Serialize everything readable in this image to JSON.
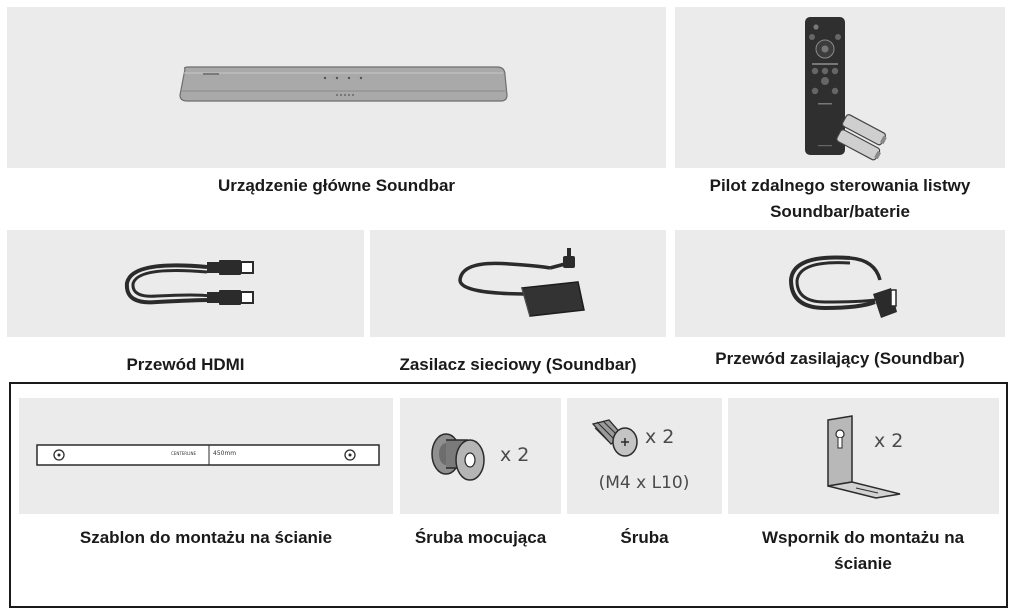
{
  "items": {
    "soundbar": {
      "caption": "Urządzenie główne Soundbar"
    },
    "remote": {
      "caption": "Pilot zdalnego sterowania listwy Soundbar/baterie"
    },
    "hdmi": {
      "caption": "Przewód HDMI"
    },
    "adapter": {
      "caption": "Zasilacz sieciowy (Soundbar)"
    },
    "power_cord": {
      "caption": "Przewód zasilający (Soundbar)"
    },
    "template": {
      "caption": "Szablon do montażu na ścianie",
      "center_text": "CENTERLINE",
      "length_text": "450mm"
    },
    "holder_screw": {
      "caption": "Śruba mocująca",
      "qty": "x 2"
    },
    "screw": {
      "caption": "Śruba",
      "qty": "x 2",
      "spec": "(M4 x L10)"
    },
    "bracket": {
      "caption": "Wspornik do montażu na ścianie",
      "qty": "x 2"
    }
  },
  "icons": {
    "soundbar": "soundbar-icon",
    "remote": "remote-control-icon",
    "battery": "battery-icon",
    "hdmi": "hdmi-cable-icon",
    "adapter": "power-adapter-icon",
    "power_cord": "power-cord-icon",
    "template": "wall-mount-template-icon",
    "holder_screw": "holder-screw-icon",
    "screw": "screw-icon",
    "bracket": "wall-bracket-icon"
  },
  "colors": {
    "panel_bg": "#ebebeb",
    "frame": "#1a1a1a",
    "product_gray": "#a6a6a6",
    "dark": "#2b2b2b"
  }
}
